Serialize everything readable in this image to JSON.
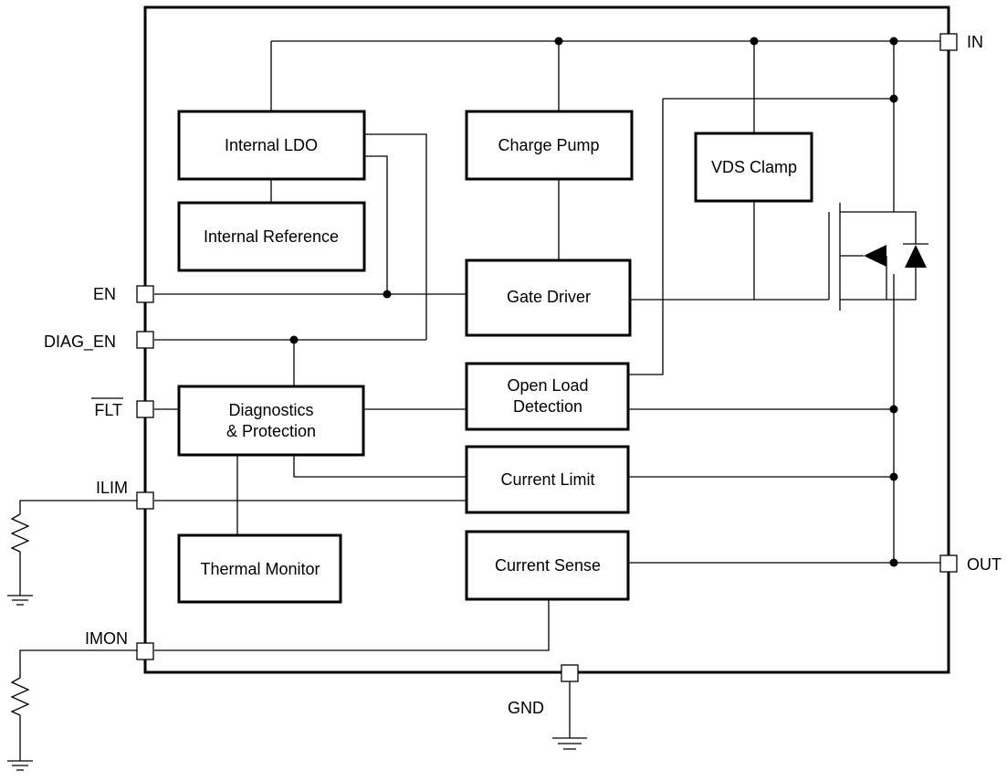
{
  "blocks": {
    "internal_ldo": "Internal LDO",
    "internal_reference": "Internal Reference",
    "charge_pump": "Charge Pump",
    "vds_clamp": "VDS Clamp",
    "gate_driver": "Gate Driver",
    "open_load_detection_1": "Open Load",
    "open_load_detection_2": "Detection",
    "diagnostics_protection_1": "Diagnostics",
    "diagnostics_protection_2": "& Protection",
    "current_limit": "Current Limit",
    "thermal_monitor": "Thermal Monitor",
    "current_sense": "Current Sense"
  },
  "pins": {
    "in": "IN",
    "out": "OUT",
    "en": "EN",
    "diag_en": "DIAG_EN",
    "flt": "FLT",
    "ilim": "ILIM",
    "imon": "IMON",
    "gnd": "GND"
  }
}
